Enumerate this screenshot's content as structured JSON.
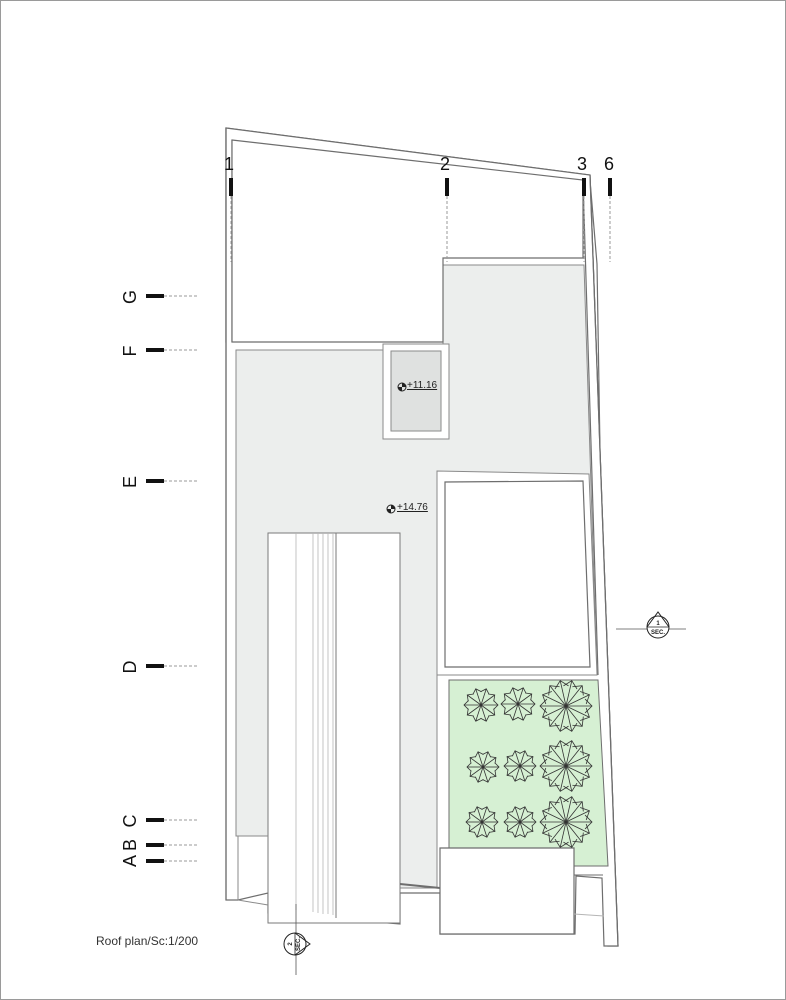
{
  "drawing": {
    "caption": "Roof plan/Sc:1/200",
    "grid_vertical": [
      "1",
      "2",
      "3",
      "6"
    ],
    "grid_horizontal": [
      "G",
      "F",
      "E",
      "D",
      "C",
      "B",
      "A"
    ],
    "levels": {
      "upper": "+11.16",
      "main": "+14.76"
    },
    "section_markers": [
      {
        "number": "1",
        "label": "SEC."
      },
      {
        "number": "2",
        "label": "SEC."
      }
    ],
    "colors": {
      "roof_fill": "#eceeed",
      "skylight_fill": "#dfe1e0",
      "garden_fill": "#d6f0d3",
      "wall_stroke": "#6e6e6e"
    },
    "icons": {
      "level_marker": "level-datum-icon",
      "section_marker": "section-cut-icon",
      "tree": "tree-plan-icon"
    }
  }
}
